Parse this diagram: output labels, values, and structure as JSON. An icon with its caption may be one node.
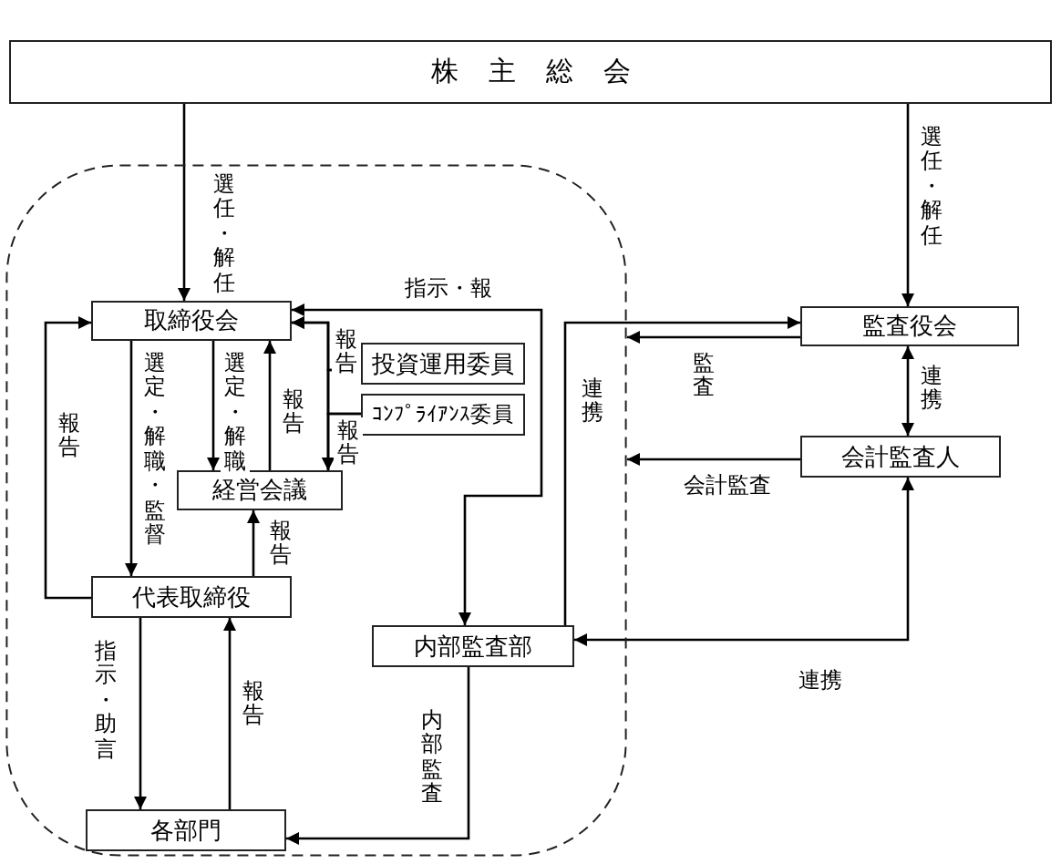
{
  "diagram": {
    "nodes": [
      {
        "text": [
          "株主総会"
        ]
      },
      {
        "text": [],
        "shape": "box"
      },
      {
        "text": [
          "取締役会"
        ],
        "in": 1
      },
      {
        "text": [
          "投資運用委員"
        ],
        "in": 1
      },
      {
        "text": [
          "ｺﾝﾌﾟﾗｲｱﾝｽ委員"
        ],
        "in": 1
      },
      {
        "text": [
          "経営会議"
        ],
        "in": 1
      },
      {
        "text": [
          "代表取締役"
        ],
        "in": 1
      },
      {
        "text": [
          "内部監査部"
        ],
        "in": 1
      },
      {
        "text": [
          "各部門"
        ],
        "in": 1
      },
      {
        "text": [
          "監査役会"
        ]
      },
      {
        "text": [
          "会計監査人"
        ]
      }
    ],
    "edges": [
      {
        "from": 0,
        "to": 2,
        "arrow": "to",
        "label": "選任・解任"
      },
      {
        "from": 0,
        "to": 9,
        "arrow": "to",
        "label": "選任・解任"
      },
      {
        "from": 2,
        "to": 5,
        "arrow": "to",
        "label": "選定・解職"
      },
      {
        "from": 5,
        "to": 2,
        "arrow": "to",
        "label": "報告"
      },
      {
        "from": 2,
        "to": 6,
        "arrow": "to",
        "label": "選定・解職・監督"
      },
      {
        "from": 6,
        "to": 2,
        "arrow": "to",
        "label": "報告"
      },
      {
        "from": 6,
        "to": 5,
        "arrow": "to",
        "label": "報告"
      },
      {
        "from": 6,
        "to": 8,
        "arrow": "to",
        "label": "指示・助言"
      },
      {
        "from": 8,
        "to": 6,
        "arrow": "to",
        "label": "報告"
      },
      {
        "from": 7,
        "to": 8,
        "arrow": "to",
        "label": "内部監査"
      },
      {
        "from": 2,
        "to": 7,
        "arrow": "both",
        "label": "指示・報"
      },
      {
        "from": 3,
        "to": 2,
        "arrow": "to",
        "label": "報告"
      },
      {
        "from": 4,
        "to": 2,
        "arrow": "to"
      },
      {
        "from": 3,
        "to": 5,
        "arrow": "to",
        "label": "報告"
      },
      {
        "from": 4,
        "to": 5,
        "arrow": "to"
      },
      {
        "from": 7,
        "to": 9,
        "arrow": "to",
        "label": "連携"
      },
      {
        "from": 9,
        "to": 1,
        "arrow": "to",
        "label": "監査"
      },
      {
        "from": 10,
        "to": 1,
        "arrow": "to",
        "label": "会計監査"
      },
      {
        "from": 9,
        "to": 10,
        "arrow": "both",
        "label": "連携"
      },
      {
        "from": 7,
        "to": 10,
        "arrow": "both",
        "label": "連携"
      }
    ]
  }
}
